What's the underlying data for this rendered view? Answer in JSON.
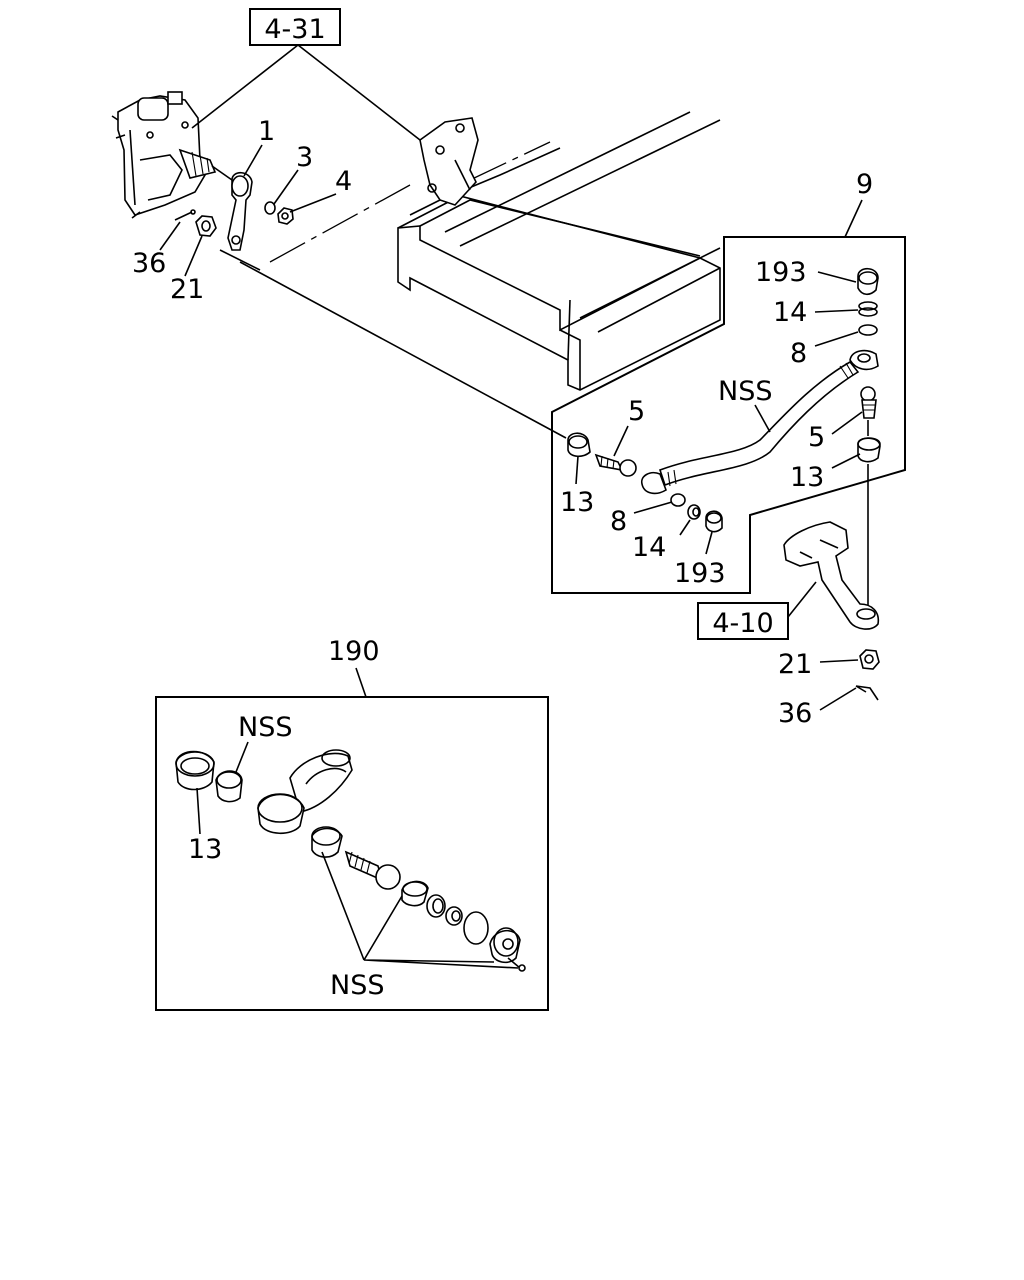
{
  "diagram": {
    "refs": {
      "ref_4_31": "4-31",
      "ref_4_10": "4-10"
    },
    "callouts": {
      "c1": "1",
      "c3": "3",
      "c4": "4",
      "c36a": "36",
      "c21a": "21",
      "c9": "9",
      "c193a": "193",
      "c14a": "14",
      "c8a": "8",
      "c5a": "5",
      "c13a": "13",
      "cNSSa": "NSS",
      "c5b": "5",
      "c13b": "13",
      "c8b": "8",
      "c14b": "14",
      "c193b": "193",
      "c21b": "21",
      "c36b": "36",
      "c190": "190",
      "cNSSb": "NSS",
      "c13c": "13",
      "cNSSc": "NSS"
    }
  }
}
